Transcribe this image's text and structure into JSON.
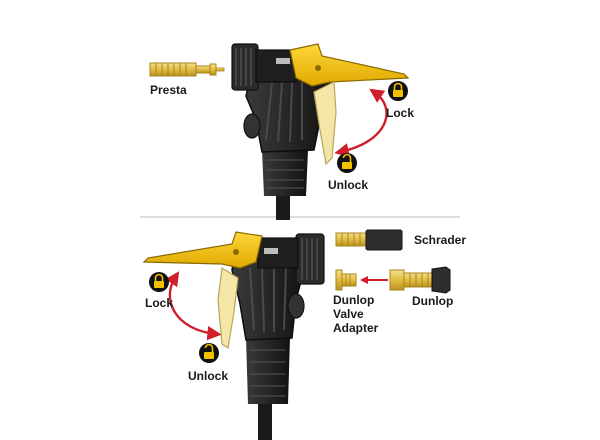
{
  "top_panel": {
    "valve_label": "Presta",
    "lock_label": "Lock",
    "unlock_label": "Unlock"
  },
  "bottom_panel": {
    "lock_label": "Lock",
    "unlock_label": "Unlock",
    "schrader_label": "Schrader",
    "dunlop_label": "Dunlop",
    "adapter_label_line1": "Dunlop",
    "adapter_label_line2": "Valve",
    "adapter_label_line3": "Adapter"
  },
  "colors": {
    "lever_yellow": "#f2c200",
    "lever_cream": "#f3e6a6",
    "head_black": "#262626",
    "head_dark": "#151515",
    "arrow_red": "#d21e2b",
    "brass": "#e6c55a",
    "lock_badge": "#111111",
    "divider": "#d9d9d9"
  },
  "icons": [
    "padlock-locked-icon",
    "padlock-unlocked-icon",
    "curved-double-arrow-icon",
    "left-arrow-icon"
  ]
}
